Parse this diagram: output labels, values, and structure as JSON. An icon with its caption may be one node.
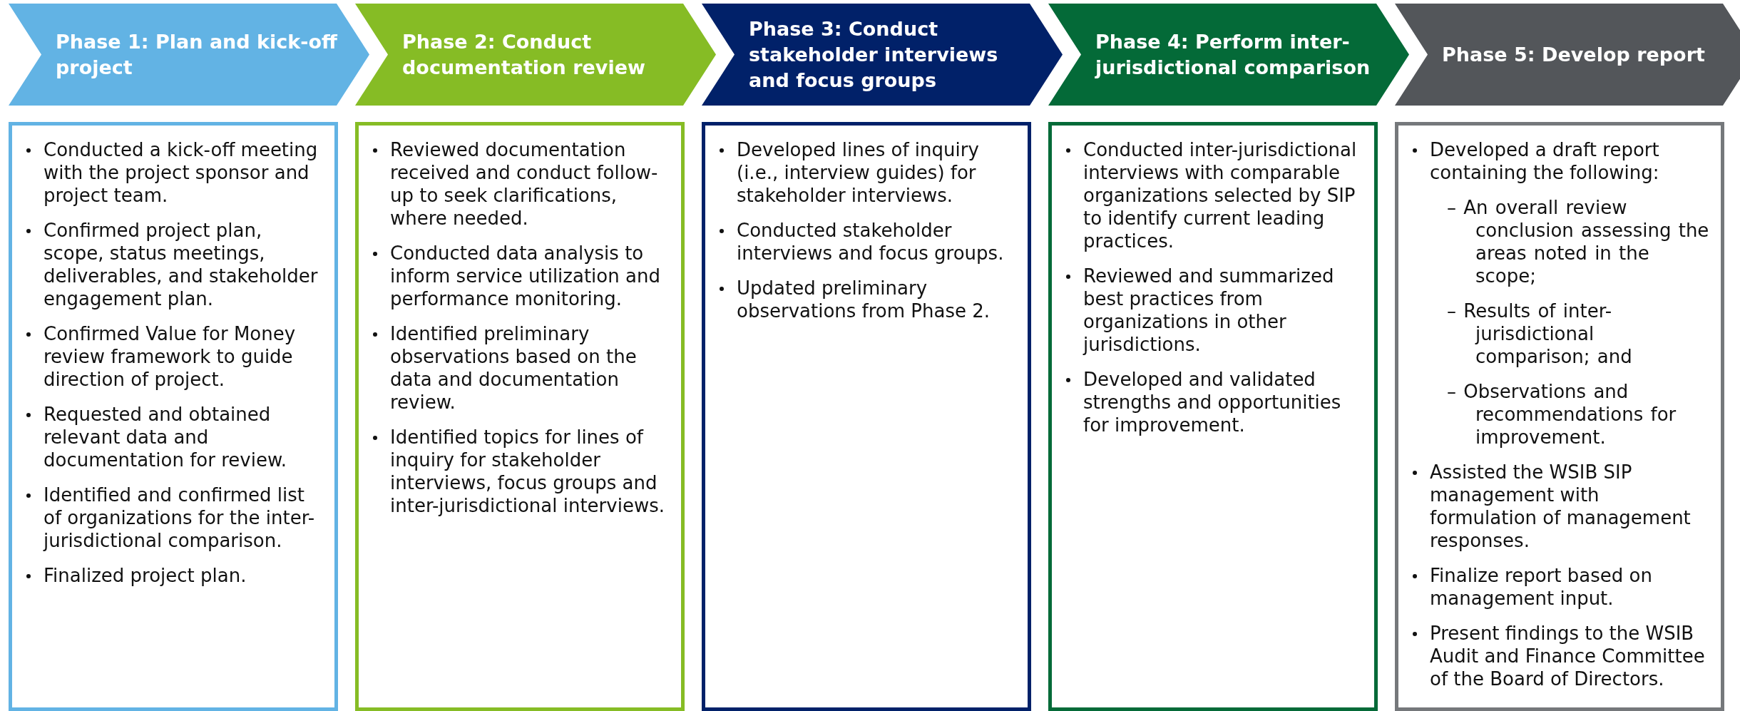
{
  "diagram": {
    "nodes": [
      {
        "text": [
          "Phase 1: Plan and kick-off project"
        ]
      },
      {
        "text": [
          "Phase 2: Conduct documentation review"
        ]
      },
      {
        "text": [
          "Phase 3: Conduct stakeholder interviews and focus groups"
        ]
      },
      {
        "text": [
          "Phase 4: Perform inter-jurisdictional comparison"
        ]
      },
      {
        "text": [
          "Phase 5: Develop report"
        ]
      },
      {
        "text": [
          "Conducted a kick-off meeting with the project sponsor and project team.",
          "Confirmed project plan, scope, status meetings, deliverables, and stakeholder engagement plan.",
          "Confirmed Value for Money review framework to guide direction of project.",
          "Requested and obtained relevant data and documentation for review.",
          "Identified and confirmed list of organizations for the inter-jurisdictional comparison.",
          "Finalized project plan."
        ]
      },
      {
        "text": [
          "Reviewed documentation received and conduct follow-up to seek clarifications, where needed.",
          "Conducted data analysis to inform service utilization and performance monitoring.",
          "Identified preliminary observations based on the data and documentation review.",
          "Identified topics for lines of inquiry for stakeholder interviews, focus groups and inter-jurisdictional interviews."
        ]
      },
      {
        "text": [
          "Developed lines of inquiry (i.e., interview guides) for stakeholder interviews.",
          "Conducted stakeholder interviews and focus groups.",
          "Updated preliminary observations from Phase 2."
        ]
      },
      {
        "text": [
          "Conducted inter-jurisdictional interviews with comparable organizations selected by SIP to identify current leading practices.",
          "Reviewed and summarized best practices from organizations in other jurisdictions.",
          "Developed and validated strengths and opportunities for improvement."
        ]
      },
      {
        "text": [
          "Developed a draft report containing the following:",
          "– An overall review conclusion assessing the areas noted in the scope;",
          "– Results of inter-jurisdictional comparison; and",
          "– Observations and recommendations for improvement.",
          "Assisted the WSIB SIP management with formulation of management responses.",
          "Finalize report based on management input.",
          "Present findings to the WSIB Audit and Finance Committee of the Board of Directors."
        ]
      }
    ]
  }
}
